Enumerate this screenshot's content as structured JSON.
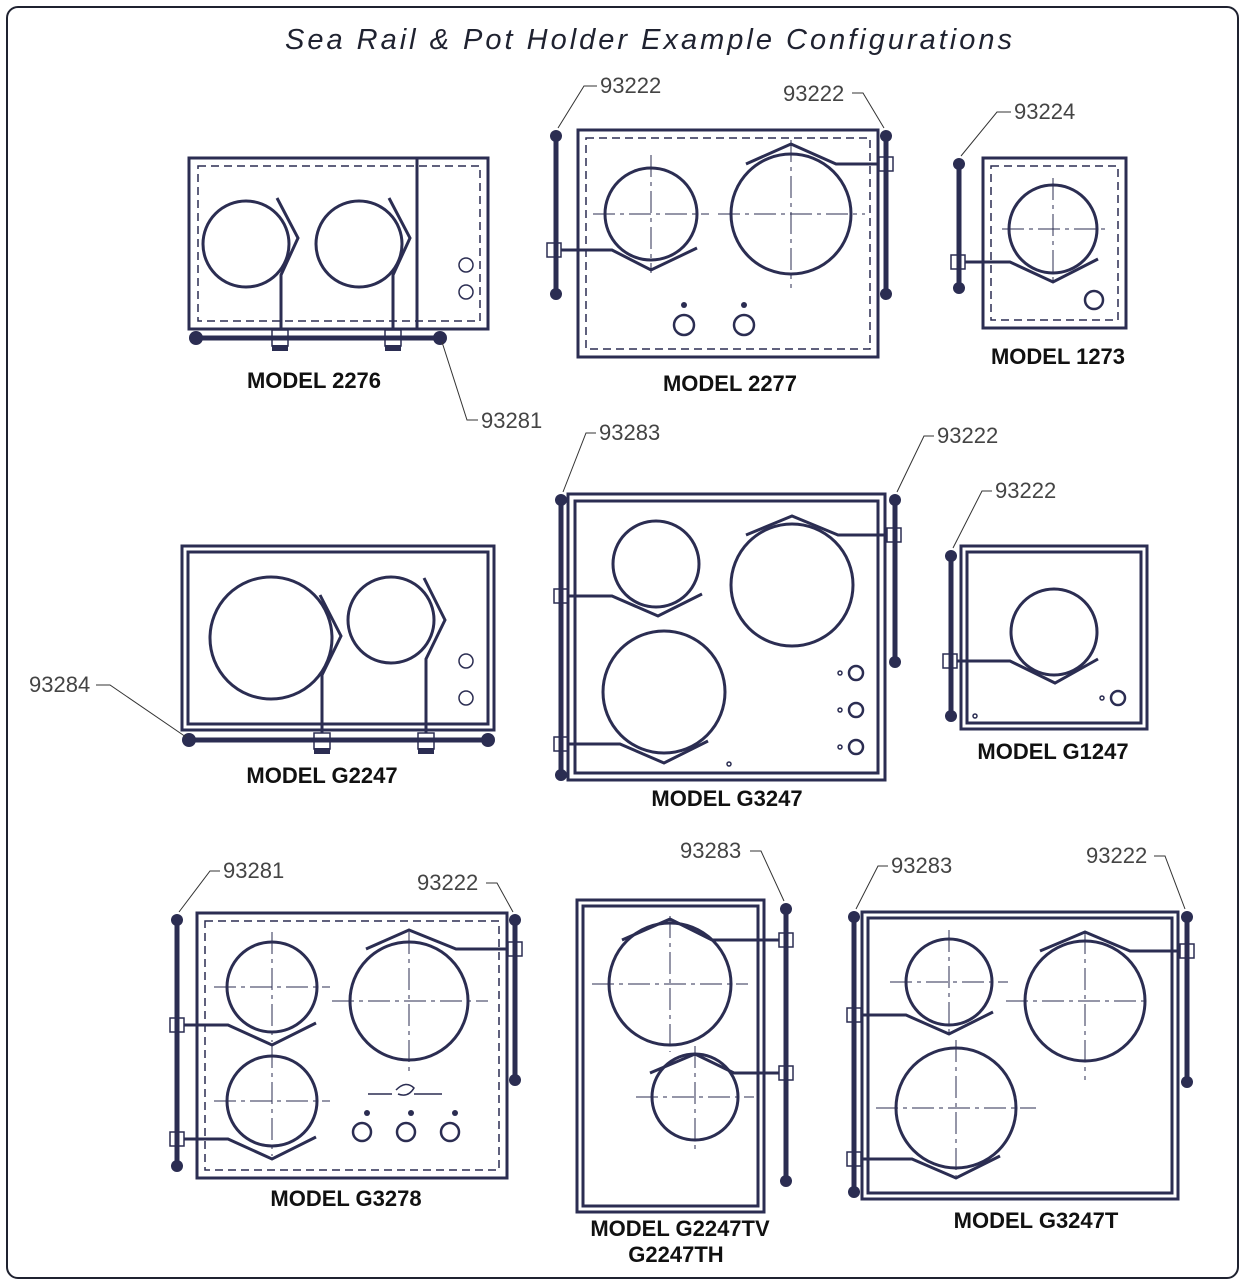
{
  "title": "Sea Rail & Pot Holder Example Configurations",
  "colors": {
    "line": "#2b2d52",
    "frame": "#1f2230",
    "background": "#ffffff"
  },
  "models": [
    {
      "id": "m2276",
      "label": "MODEL 2276"
    },
    {
      "id": "m2277",
      "label": "MODEL 2277"
    },
    {
      "id": "m1273",
      "label": "MODEL 1273"
    },
    {
      "id": "mg2247",
      "label": "MODEL G2247"
    },
    {
      "id": "mg3247",
      "label": "MODEL G3247"
    },
    {
      "id": "mg1247",
      "label": "MODEL G1247"
    },
    {
      "id": "mg3278",
      "label": "MODEL G3278"
    },
    {
      "id": "mg2247tv",
      "label": "MODEL G2247TV",
      "label2": "G2247TH"
    },
    {
      "id": "mg3247t",
      "label": "MODEL G3247T"
    }
  ],
  "part_numbers": [
    "93281",
    "93222",
    "93222",
    "93224",
    "93283",
    "93222",
    "93222",
    "93284",
    "93281",
    "93222",
    "93283",
    "93283",
    "93222"
  ]
}
